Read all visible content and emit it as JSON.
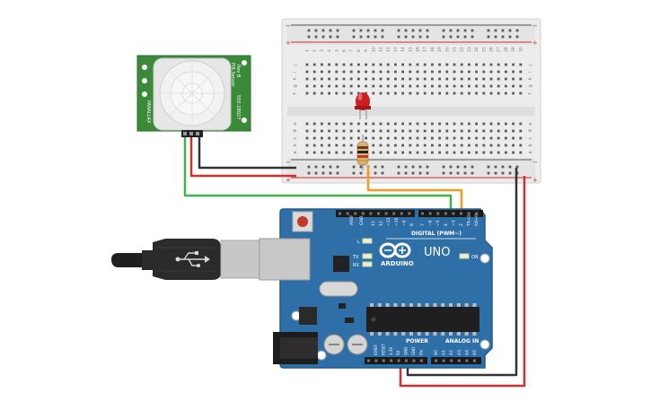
{
  "pir": {
    "side_text_top": "PIR Sensor",
    "side_text_mid": "Rev B",
    "side_text_part": "555-28027",
    "side_text_brand": "PARALLAX"
  },
  "breadboard": {
    "row_letters_top": [
      "j",
      "i",
      "h",
      "g",
      "f"
    ],
    "row_letters_bottom": [
      "e",
      "d",
      "c",
      "b",
      "a"
    ],
    "col_numbers": [
      "1",
      "2",
      "3",
      "4",
      "5",
      "6",
      "7",
      "8",
      "9",
      "10",
      "11",
      "12",
      "13",
      "14",
      "15",
      "16",
      "17",
      "18",
      "19",
      "20",
      "21",
      "22",
      "23",
      "24",
      "25",
      "26",
      "27",
      "28",
      "29",
      "30"
    ],
    "rail_plus": "+",
    "rail_minus": "−"
  },
  "arduino": {
    "aref": "AREF",
    "gnd": "GND",
    "digital_pin_labels": [
      "13",
      "12",
      "~11",
      "~10",
      "~9",
      "8",
      "7",
      "~6",
      "~5",
      "4",
      "~3",
      "2",
      "TX→1",
      "RX←0"
    ],
    "digital_label": "DIGITAL (PWM~)",
    "uno": "UNO",
    "brand": "ARDUINO",
    "led_l": "L",
    "led_tx": "TX",
    "led_rx": "RX",
    "on": "ON",
    "power_label": "POWER",
    "analog_label": "ANALOG IN",
    "power_pins": [
      "IOREF",
      "RESET",
      "3.3V",
      "5V",
      "GND",
      "GND",
      "Vin"
    ],
    "analog_pins": [
      "A0",
      "A1",
      "A2",
      "A3",
      "A4",
      "A5"
    ]
  },
  "colors": {
    "board": "#2f6fa8",
    "board_edge": "#245a8c",
    "pcb_green": "#3a8a3a",
    "wire_red": "#d62d2d",
    "wire_black": "#333333",
    "wire_green": "#3cb54a",
    "wire_orange": "#f39c1f",
    "led_red": "#cc1f1f",
    "breadboard": "#efefef"
  }
}
